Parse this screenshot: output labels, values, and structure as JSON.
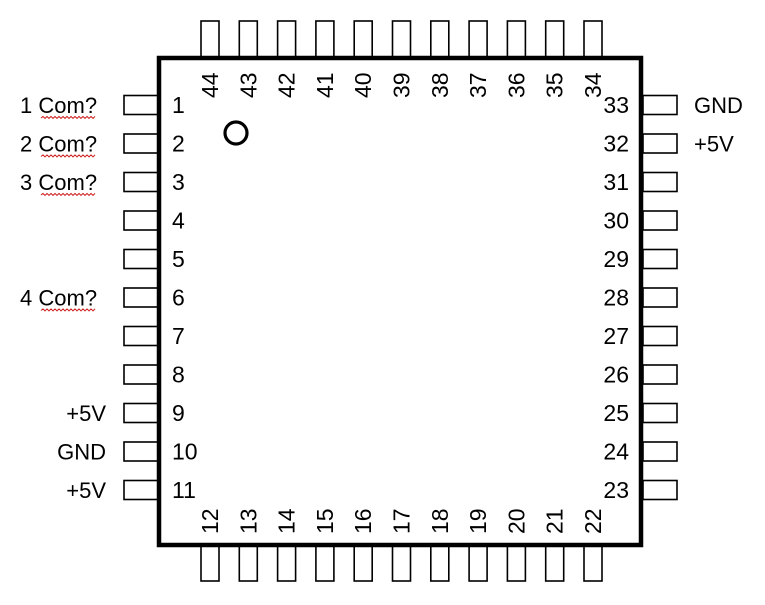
{
  "chip": {
    "outline_color": "#000000",
    "pin_count": 44,
    "pin1_marker": "circle",
    "pins_left": [
      "1",
      "2",
      "3",
      "4",
      "5",
      "6",
      "7",
      "8",
      "9",
      "10",
      "11"
    ],
    "pins_bottom": [
      "12",
      "13",
      "14",
      "15",
      "16",
      "17",
      "18",
      "19",
      "20",
      "21",
      "22"
    ],
    "pins_right": [
      "23",
      "24",
      "25",
      "26",
      "27",
      "28",
      "29",
      "30",
      "31",
      "32",
      "33"
    ],
    "pins_top": [
      "34",
      "35",
      "36",
      "37",
      "38",
      "39",
      "40",
      "41",
      "42",
      "43",
      "44"
    ]
  },
  "labels": {
    "left": [
      {
        "pin": 1,
        "num": "1",
        "word": "Com?"
      },
      {
        "pin": 2,
        "num": "2",
        "word": "Com?"
      },
      {
        "pin": 3,
        "num": "3",
        "word": "Com?"
      },
      {
        "pin": 6,
        "num": "4",
        "word": "Com?"
      },
      {
        "pin": 9,
        "text": "+5V"
      },
      {
        "pin": 10,
        "text": "GND"
      },
      {
        "pin": 11,
        "text": "+5V"
      }
    ],
    "right": [
      {
        "pin": 33,
        "text": "GND"
      },
      {
        "pin": 32,
        "text": "+5V"
      }
    ],
    "spellcheck_color": "#d02020"
  }
}
